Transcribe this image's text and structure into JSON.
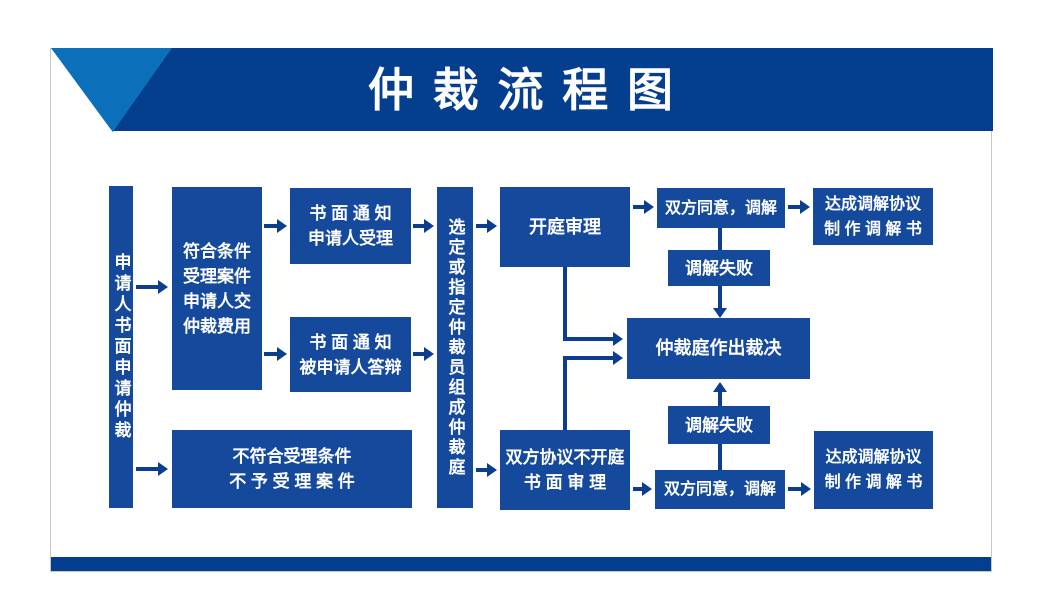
{
  "title": "仲 裁 流 程 图",
  "colors": {
    "c-header": "#033f8e",
    "c-accent": "#0b70b9",
    "c-box": "#14499c",
    "c-conn": "#0b3e91"
  },
  "nodes": {
    "apply": {
      "text": "申请人书面申请仲裁"
    },
    "accept": {
      "lines": [
        "符合条件",
        "受理案件",
        "申请人交",
        "仲裁费用"
      ]
    },
    "notify_applicant": {
      "lines": [
        "书 面 通 知",
        "申请人受理"
      ]
    },
    "notify_respondent": {
      "lines": [
        "书 面 通 知",
        "被申请人答辩"
      ]
    },
    "reject": {
      "lines": [
        "不符合受理条件",
        "不 予 受 理 案 件"
      ]
    },
    "tribunal": {
      "text": "选定或指定仲裁员组成仲裁庭"
    },
    "hearing": {
      "text": "开庭审理"
    },
    "written_review": {
      "lines": [
        "双方协议不开庭",
        "书 面 审 理"
      ]
    },
    "mediate_top": {
      "text": "双方同意，调解"
    },
    "mediation_fail_top": {
      "text": "调解失败"
    },
    "award": {
      "text": "仲裁庭作出裁决"
    },
    "mediation_fail_bottom": {
      "text": "调解失败"
    },
    "mediate_bottom": {
      "text": "双方同意，调解"
    },
    "agreement_top": {
      "lines": [
        "达成调解协议",
        "制 作 调 解 书"
      ]
    },
    "agreement_bottom": {
      "lines": [
        "达成调解协议",
        "制 作 调 解 书"
      ]
    }
  }
}
